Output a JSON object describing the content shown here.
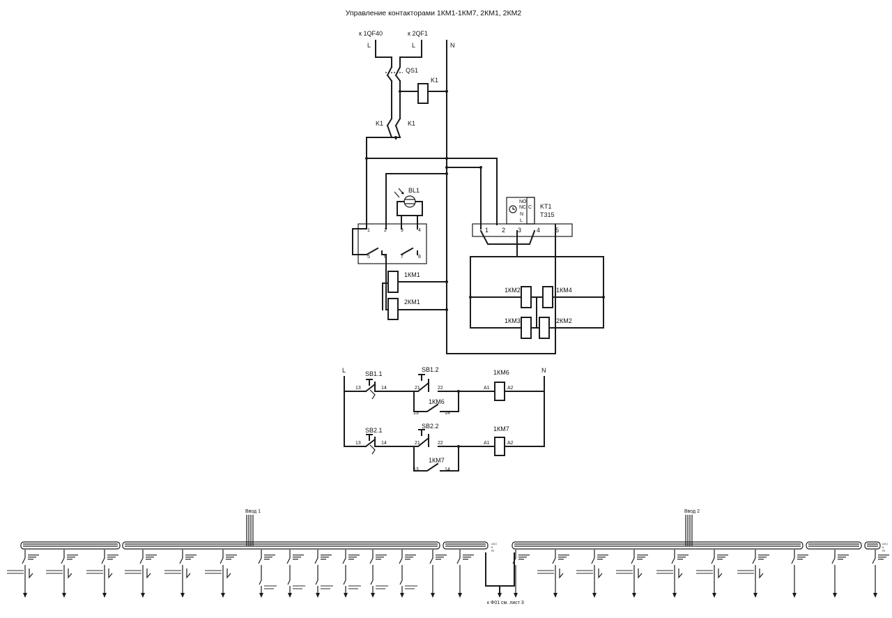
{
  "title": "Управление контакторами 1КМ1-1КМ7, 2КМ1, 2КМ2",
  "control": {
    "feed_left": "к 1QF40",
    "feed_right": "к 2QF1",
    "phase_l_left": "L",
    "phase_l_right": "L",
    "neutral": "N",
    "qs": "QS1",
    "k1_coil": "K1",
    "k1_contact_a": "K1",
    "k1_contact_b": "K1",
    "bl": "BL1",
    "bl_pins": [
      "1",
      "2",
      "3",
      "4",
      "5",
      "6",
      "7",
      "8"
    ],
    "kt": "KT1",
    "kt_model": "T315",
    "kt_terms": [
      "NO",
      "NC",
      "C",
      "N",
      "L"
    ],
    "kt_pins": [
      "1",
      "2",
      "3",
      "4",
      "5"
    ],
    "coils": [
      "1КМ1",
      "2КМ1",
      "1КМ2",
      "1КМ4",
      "1КМ3",
      "2КМ2"
    ]
  },
  "pushbutton": {
    "l": "L",
    "n": "N",
    "rows": [
      {
        "sb_no": "SB1.1",
        "sb_nc": "SB1.2",
        "coil": "1КМ6",
        "aux": "1КМ6"
      },
      {
        "sb_no": "SB2.1",
        "sb_nc": "SB2.2",
        "coil": "1КМ7",
        "aux": "1КМ7"
      }
    ],
    "pins": {
      "a13": "13",
      "a14": "14",
      "b21": "21",
      "b22": "22",
      "a1": "A1",
      "a2": "A2",
      "c13": "13",
      "c14": "14"
    }
  },
  "busbar": {
    "input_1": "Ввод 1",
    "input_2": "Ввод 2",
    "sheet_ref": "к Ф01 см. лист 3",
    "bus_a": "A,B,C",
    "bus_n": "N",
    "bus_pe": "PE"
  }
}
